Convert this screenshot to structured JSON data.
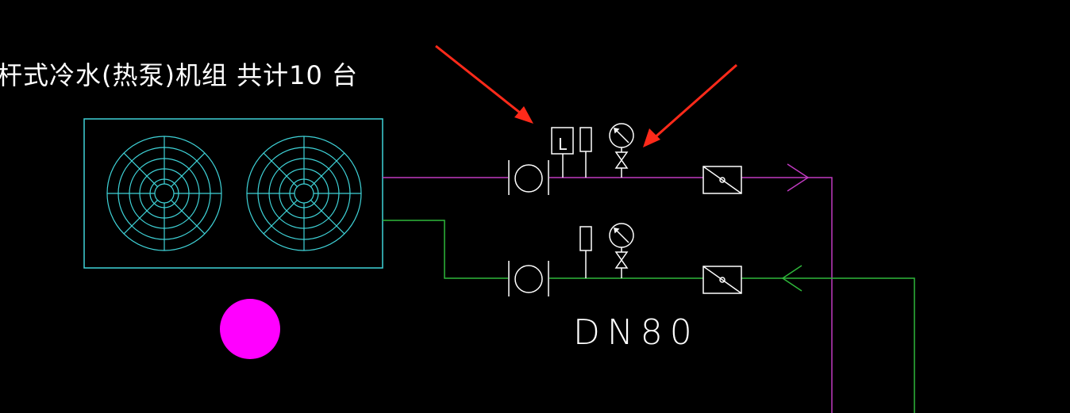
{
  "title": "杆式冷水(热泵)机组  共计10 台",
  "pipe_size": "DN80",
  "meter_letter": "L",
  "colors": {
    "background": "#000000",
    "chiller_outline": "#3fd3d8",
    "supply_pipe": "#c03ac0",
    "return_pipe": "#2fb83a",
    "symbols": "#ffffff",
    "arrow_annotation": "#ff2a1a",
    "marker_dot": "#ff00ff"
  },
  "icons": [
    "fan-icon",
    "fan-icon",
    "flexible-joint-icon",
    "flow-meter-icon",
    "thermometer-icon",
    "pressure-gauge-icon",
    "valve-icon",
    "filter-icon",
    "flow-direction-arrow-icon"
  ]
}
